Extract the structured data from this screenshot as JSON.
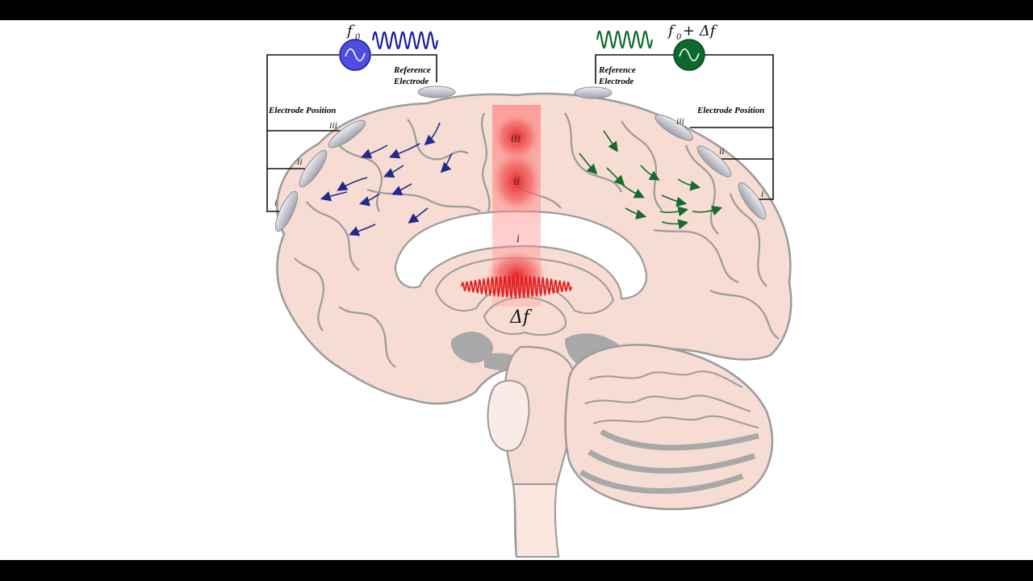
{
  "left_source": {
    "label_main": "f",
    "label_sub": "0",
    "color": "#3a3dd9",
    "wave_color": "#1a1aa8"
  },
  "right_source": {
    "label_main": "f",
    "label_sub": "0",
    "label_suffix": "+ Δf",
    "color": "#0d6a2c",
    "wave_color": "#0d6a2c"
  },
  "reference_electrode_text": {
    "line1": "Reference",
    "line2": "Electrode"
  },
  "electrode_position_text": "Electrode Position",
  "positions": [
    "iii",
    "ii",
    "i"
  ],
  "focus_labels": {
    "iii": "iii",
    "ii": "ii",
    "i": "i"
  },
  "beat_label": "Δf",
  "colors": {
    "brain_fill": "#f6dcd2",
    "brain_stroke": "#9b9b9b",
    "ventricle_fill": "#ffffff",
    "dark_gray": "#a8a8a8",
    "focus_red": "#e21f1f",
    "left_arrows": "#1f2a8a",
    "right_arrows": "#156b2c"
  }
}
